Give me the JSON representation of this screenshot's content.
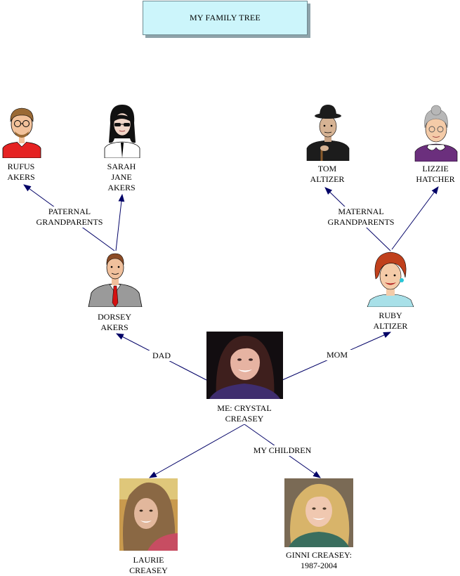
{
  "title": "MY FAMILY TREE",
  "colors": {
    "title_bg": "#ccf5fb",
    "connector": "#000066",
    "arrowhead": "#000066"
  },
  "people": {
    "rufus": {
      "name": "RUFUS\nAKERS",
      "icon": "man-glasses-avatar-icon"
    },
    "sarah": {
      "name": "SARAH\nJANE\nAKERS",
      "icon": "woman-sunglasses-avatar-icon"
    },
    "tom": {
      "name": "TOM\nALTIZER",
      "icon": "old-man-hat-avatar-icon"
    },
    "lizzie": {
      "name": "LIZZIE\nHATCHER",
      "icon": "grandmother-avatar-icon"
    },
    "dorsey": {
      "name": "DORSEY\nAKERS",
      "icon": "businessman-avatar-icon"
    },
    "ruby": {
      "name": "RUBY\nALTIZER",
      "icon": "redhead-woman-avatar-icon"
    },
    "me": {
      "name": "ME: CRYSTAL\nCREASEY",
      "icon": "portrait-photo"
    },
    "laurie": {
      "name": "LAURIE\nCREASEY",
      "icon": "portrait-photo"
    },
    "ginni": {
      "name": "GINNI CREASEY:\n1987-2004",
      "icon": "portrait-photo"
    }
  },
  "edges": {
    "paternal": "PATERNAL\nGRANDPARENTS",
    "maternal": "MATERNAL\nGRANDPARENTS",
    "dad": "DAD",
    "mom": "MOM",
    "children": "MY CHILDREN"
  }
}
